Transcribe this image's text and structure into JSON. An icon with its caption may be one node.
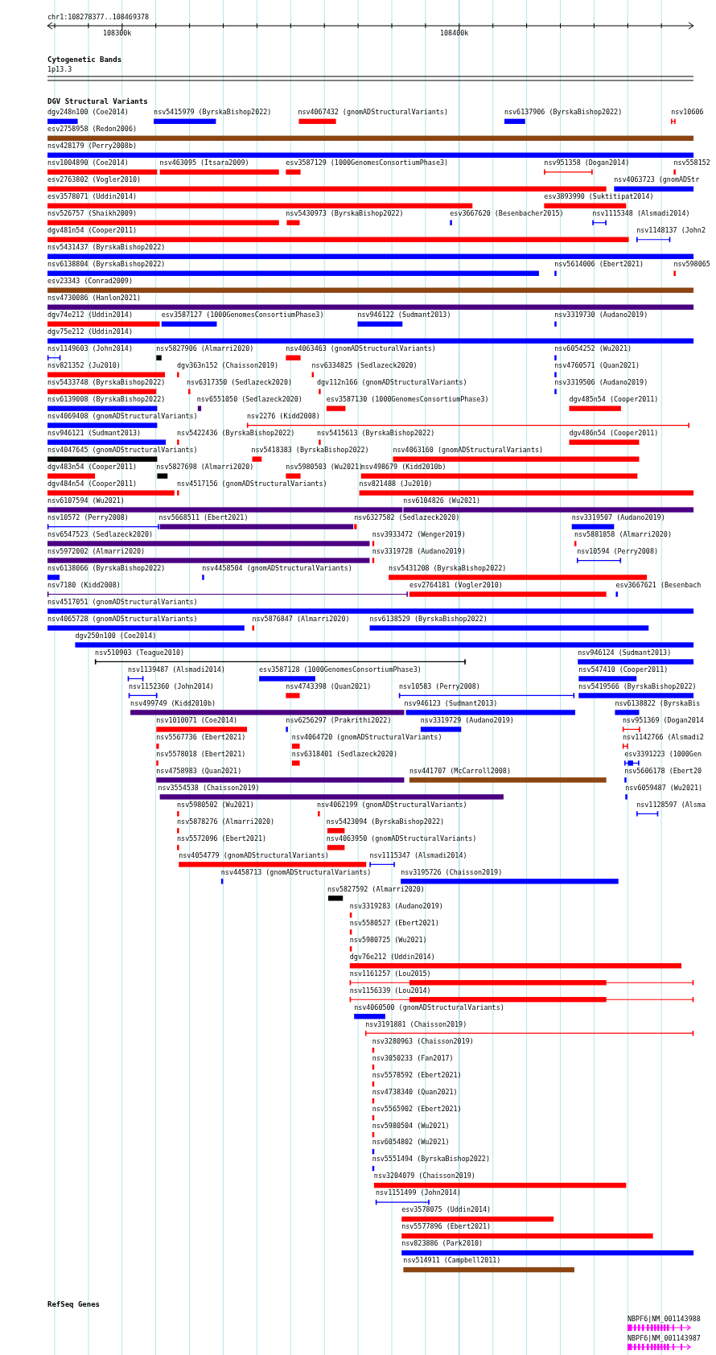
{
  "diagram": {
    "labels": [
      "chr1:108278377..108469378",
      "108300k",
      "108400k",
      "Cytogenetic Bands",
      "1p13.3",
      "DGV Structural Variants",
      "dgv248n100 (Coe2014)",
      "nsv5415979 (ByrskaBishop2022)",
      "nsv4067432 (gnomADStructuralVariants)",
      "nsv6137906 (ByrskaBishop2022)",
      "nsv10606",
      "esv2758958 (Redon2006)",
      "nsv428179 (Perry2008b)",
      "nsv1004890 (Coe2014)",
      "nsv463095 (Itsara2009)",
      "esv3587129 (1000GenomesConsortiumPhase3)",
      "nsv951358 (Dogan2014)",
      "nsv558152",
      "esv2763802 (Vogler2010)",
      "nsv4063723 (gnomADStr",
      "esv3578071 (Uddin2014)",
      "esv3893990 (Suktitipat2014)",
      "nsv526757 (Shaikh2009)",
      "nsv5430973 (ByrskaBishop2022)",
      "esv3667620 (Besenbacher2015)",
      "nsv1115348 (Alsmadi2014)",
      "dgv481n54 (Cooper2011)",
      "nsv1148137 (John2",
      "nsv5431437 (ByrskaBishop2022)",
      "nsv6138804 (ByrskaBishop2022)",
      "nsv5614006 (Ebert2021)",
      "nsv598065",
      "esv23343 (Conrad2009)",
      "nsv4730086 (Hanlon2021)",
      "dgv74e212 (Uddin2014)",
      "esv3587127 (1000GenomesConsortiumPhase3)",
      "nsv946122 (Sudmant2013)",
      "nsv3319730 (Audano2019)",
      "dgv75e212 (Uddin2014)",
      "nsv1149603 (John2014)",
      "nsv5827906 (Almarri2020)",
      "nsv4063463 (gnomADStructuralVariants)",
      "nsv6054252 (Wu2021)",
      "nsv821352 (Ju2010)",
      "dgv363n152 (Chaisson2019)",
      "nsv6334825 (Sedlazeck2020)",
      "nsv4760571 (Quan2021)",
      "nsv5433748 (ByrskaBishop2022)",
      "nsv6317350 (Sedlazeck2020)",
      "dgv112n166 (gnomADStructuralVariants)",
      "nsv3319506 (Audano2019)",
      "nsv6139008 (ByrskaBishop2022)",
      "nsv6551050 (Sedlazeck2020)",
      "esv3587130 (1000GenomesConsortiumPhase3)",
      "dgv485n54 (Cooper2011)",
      "nsv4069408 (gnomADStructuralVariants)",
      "nsv2276 (Kidd2008)",
      "nsv946121 (Sudmant2013)",
      "nsv5422436 (ByrskaBishop2022)",
      "nsv5415613 (ByrskaBishop2022)",
      "dgv486n54 (Cooper2011)",
      "nsv4047645 (gnomADStructuralVariants)",
      "nsv5418383 (ByrskaBishop2022)",
      "nsv4063160 (gnomADStructuralVariants)",
      "dgv483n54 (Cooper2011)",
      "nsv5827698 (Almarri2020)",
      "nsv5980503 (Wu2021)",
      "nsv498679 (Kidd2010b)",
      "dgv484n54 (Cooper2011)",
      "nsv4517156 (gnomADStructuralVariants)",
      "nsv821488 (Ju2010)",
      "nsv6107594 (Wu2021)",
      "nsv6104826 (Wu2021)",
      "nsv10572 (Perry2008)",
      "nsv5668511 (Ebert2021)",
      "nsv6327582 (Sedlazeck2020)",
      "nsv3319507 (Audano2019)",
      "nsv6547523 (Sedlazeck2020)",
      "nsv3933472 (Wenger2019)",
      "nsv5881858 (Almarri2020)",
      "nsv5972002 (Almarri2020)",
      "nsv3319728 (Audano2019)",
      "nsv10594 (Perry2008)",
      "nsv6138066 (ByrskaBishop2022)",
      "nsv4458504 (gnomADStructuralVariants)",
      "nsv5431208 (ByrskaBishop2022)",
      "nsv7180 (Kidd2008)",
      "esv2764181 (Vogler2010)",
      "esv3667621 (Besenbach",
      "nsv4517051 (gnomADStructuralVariants)",
      "nsv4065728 (gnomADStructuralVariants)",
      "nsv5876847 (Almarri2020)",
      "nsv6138529 (ByrskaBishop2022)",
      "dgv250n100 (Coe2014)",
      "nsv510903 (Teague2010)",
      "nsv946124 (Sudmant2013)",
      "nsv1139487 (Alsmadi2014)",
      "esv3587128 (1000GenomesConsortiumPhase3)",
      "nsv547410 (Cooper2011)",
      "nsv1152360 (John2014)",
      "nsv4743398 (Quan2021)",
      "nsv10583 (Perry2008)",
      "nsv5419566 (ByrskaBishop2022)",
      "nsv499749 (Kidd2010b)",
      "nsv946123 (Sudmant2013)",
      "nsv6138822 (ByrskaBis",
      "nsv1010071 (Coe2014)",
      "nsv6256297 (Prakrithi2022)",
      "nsv3319729 (Audano2019)",
      "nsv951369 (Dogan2014",
      "nsv5567736 (Ebert2021)",
      "nsv4064720 (gnomADStructuralVariants)",
      "nsv1142766 (Alsmadi2",
      "nsv5578018 (Ebert2021)",
      "nsv6318401 (Sedlazeck2020)",
      "esv3391223 (1000Gen",
      "nsv4758983 (Quan2021)",
      "nsv441707 (McCarroll2008)",
      "nsv5606178 (Ebert20",
      "nsv3554538 (Chaisson2019)",
      "nsv6059487 (Wu2021)",
      "nsv5980502 (Wu2021)",
      "nsv4062199 (gnomADStructuralVariants)",
      "nsv1128597 (Alsma",
      "nsv5878276 (Almarri2020)",
      "nsv5423094 (ByrskaBishop2022)",
      "nsv5572096 (Ebert2021)",
      "nsv4063950 (gnomADStructuralVariants)",
      "nsv4054779 (gnomADStructuralVariants)",
      "nsv1115347 (Alsmadi2014)",
      "nsv4458713 (gnomADStructuralVariants)",
      "nsv3195726 (Chaisson2019)",
      "nsv5827592 (Almarri2020)",
      "nsv3319283 (Audano2019)",
      "nsv5580527 (Ebert2021)",
      "nsv5980725 (Wu2021)",
      "dgv76e212 (Uddin2014)",
      "nsv1161257 (Lou2015)",
      "nsv1156339 (Lou2014)",
      "nsv4060500 (gnomADStructuralVariants)",
      "nsv3191881 (Chaisson2019)",
      "nsv3280963 (Chaisson2019)",
      "nsv3050233 (Fan2017)",
      "nsv5578592 (Ebert2021)",
      "nsv4738340 (Quan2021)",
      "nsv5565902 (Ebert2021)",
      "nsv5980504 (Wu2021)",
      "nsv6054802 (Wu2021)",
      "nsv5551494 (ByrskaBishop2022)",
      "nsv3204079 (Chaisson2019)",
      "nsv1151499 (John2014)",
      "esv3578075 (Uddin2014)",
      "nsv5577896 (Ebert2021)",
      "nsv823886 (Park2010)",
      "nsv514911 (Campbell2011)",
      "RefSeq Genes",
      "NBPF6|NM_001143988",
      "NBPF6|NM_001143987"
    ]
  }
}
